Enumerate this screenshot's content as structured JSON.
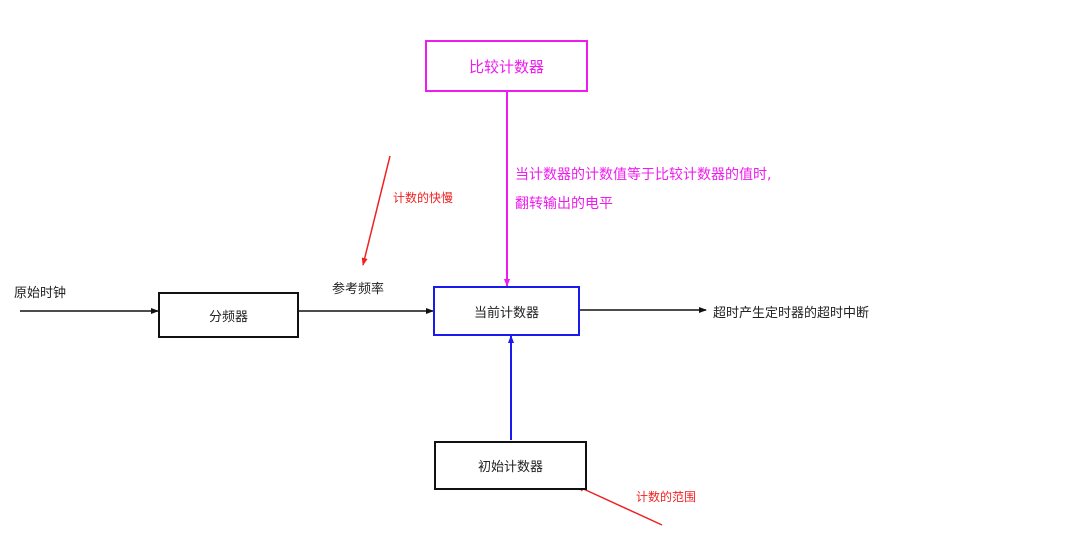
{
  "nodes": {
    "compare_counter": "比较计数器",
    "current_counter": "当前计数器",
    "divider": "分频器",
    "initial_counter": "初始计数器"
  },
  "labels": {
    "source_clock": "原始时钟",
    "reference_freq": "参考频率",
    "timeout_interrupt": "超时产生定时器的超时中断",
    "compare_note_line1": "当计数器的计数值等于比较计数器的值时,",
    "compare_note_line2": "翻转输出的电平",
    "count_speed": "计数的快慢",
    "count_range": "计数的范围"
  },
  "colors": {
    "magenta": "#ee1cee",
    "blue": "#1a1aee",
    "red": "#ee2222",
    "black": "#111111"
  }
}
